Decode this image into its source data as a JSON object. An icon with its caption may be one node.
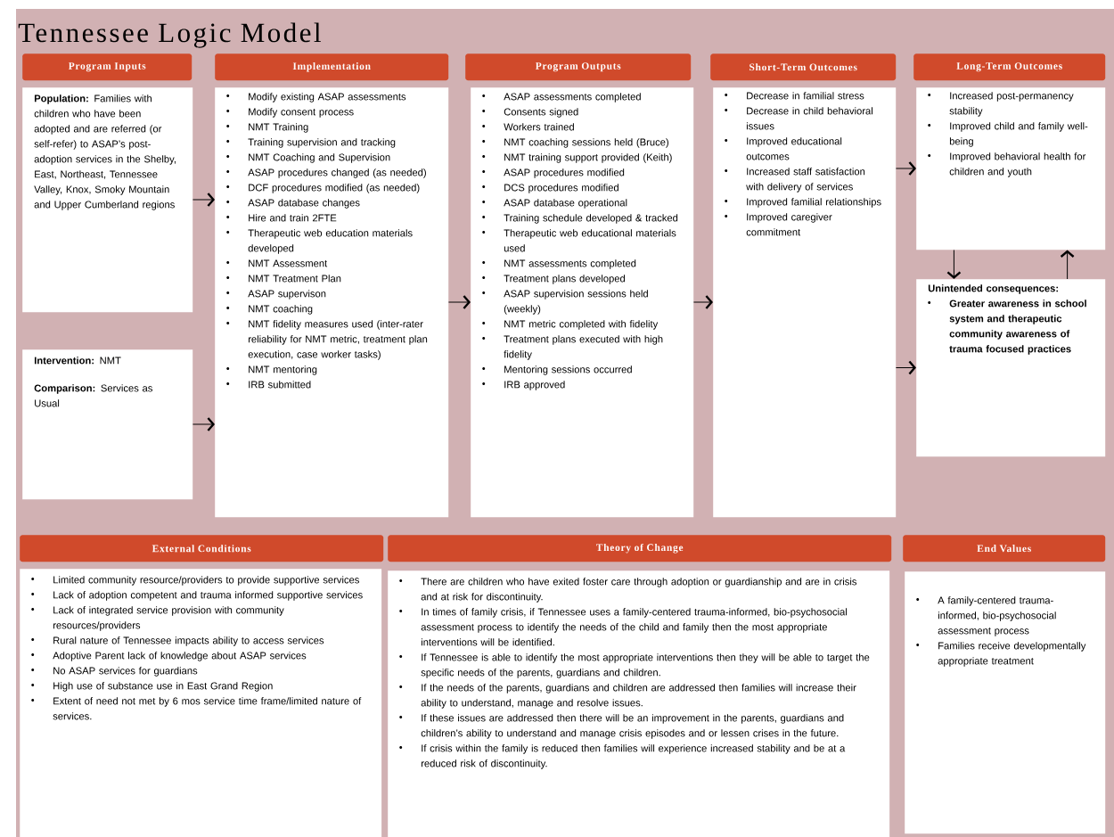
{
  "diagram": {
    "title": "Tennessee Logic Model",
    "nodes": [
      {
        "text": [
          "Program Inputs"
        ]
      },
      {
        "text": [
          "Implementation"
        ]
      },
      {
        "text": [
          "Program Outputs"
        ]
      },
      {
        "text": [
          "Short-Term Outcomes"
        ]
      },
      {
        "text": [
          "Long-Term Outcomes"
        ]
      },
      {
        "text": [
          "**Population:** Families with children who have been adopted and are referred (or self-refer) to ASAP’s post-adoption services in the Shelby, East, Northeast, Tennessee Valley, Knox, Smoky Mountain and Upper Cumberland regions"
        ]
      },
      {
        "text": [
          "**Intervention:** NMT",
          "**Comparison:** Services as Usual"
        ]
      },
      {
        "text": [
          "Modify existing ASAP assessments",
          "Modify consent process",
          "NMT Training",
          "Training supervision and tracking",
          "NMT Coaching and Supervision",
          "ASAP procedures changed (as needed)",
          "DCF procedures  modified (as needed)",
          "ASAP database changes",
          "Hire and train 2FTE",
          "Therapeutic web education materials developed",
          "NMT Assessment",
          "NMT Treatment Plan",
          "ASAP supervison",
          "NMT coaching",
          "NMT fidelity measures used (inter-rater reliability for NMT metric, treatment plan execution, case worker tasks)",
          "NMT mentoring",
          "IRB submitted"
        ]
      },
      {
        "text": [
          "ASAP assessments completed",
          "Consents signed",
          "Workers trained",
          "NMT coaching sessions held (Bruce)",
          "NMT training support provided (Keith)",
          "ASAP procedures modified",
          "DCS procedures modified",
          "ASAP database operational",
          "Training schedule developed & tracked",
          "Therapeutic web educational materials used",
          "NMT assessments completed",
          "Treatment plans developed",
          "ASAP supervision sessions held (weekly)",
          "NMT metric completed with fidelity",
          "Treatment plans executed with high fidelity",
          "Mentoring sessions occurred",
          "IRB approved"
        ]
      },
      {
        "text": [
          "Decrease in familial stress",
          "Decrease in child behavioral issues",
          "Improved educational outcomes",
          "Increased staff satisfaction with delivery of services",
          "Improved familial relationships",
          "Improved caregiver commitment"
        ]
      },
      {
        "text": [
          "Increased post-permanency stability",
          "Improved child and family well-being",
          "Improved behavioral health for children and youth"
        ]
      },
      {
        "text": [
          "Unintended consequences:",
          "Greater awareness in school system and therapeutic community awareness of trauma focused practices"
        ]
      },
      {
        "text": [
          "External Conditions"
        ]
      },
      {
        "text": [
          "Theory of Change"
        ]
      },
      {
        "text": [
          "End Values"
        ]
      },
      {
        "text": [
          "Limited community resource/providers to provide supportive services",
          "Lack of adoption competent and trauma informed supportive services",
          "Lack of integrated service provision with community resources/providers",
          "Rural nature of Tennessee impacts ability to access services",
          "Adoptive Parent lack of knowledge about ASAP services",
          "No ASAP services for guardians",
          "High use of substance use in East Grand Region",
          "Extent of need not met by 6 mos service time frame/limited nature of services."
        ]
      },
      {
        "text": [
          "There are children who have exited foster care through adoption or guardianship and are in crisis and at risk for discontinuity.",
          "In times of family crisis, if Tennessee uses a family-centered trauma-informed, bio-psychosocial assessment process to identify the needs of the child and family then the most appropriate interventions will be identified.",
          "If Tennessee is able to identify the most appropriate interventions then they will be able to target the specific needs of the parents, guardians and children.",
          "If the needs of the parents, guardians and children are addressed then families will increase their ability to understand, manage and resolve issues.",
          "If these issues are addressed then there will be an improvement in the parents, guardians and children’s ability to understand and manage crisis episodes and or lessen crises in the future.",
          "If crisis within the family is reduced then families will experience increased stability and be at a reduced risk of discontinuity."
        ]
      },
      {
        "text": [
          "A family-centered trauma-informed, bio-psychosocial assessment process",
          "Families receive developmentally appropriate treatment"
        ]
      }
    ],
    "edges": [
      {
        "from": 5,
        "to": 7,
        "arrow": "to"
      },
      {
        "from": 6,
        "to": 7,
        "arrow": "to"
      },
      {
        "from": 7,
        "to": 8,
        "arrow": "to"
      },
      {
        "from": 8,
        "to": 9,
        "arrow": "to"
      },
      {
        "from": 9,
        "to": 10,
        "arrow": "to"
      },
      {
        "from": 9,
        "to": 11,
        "arrow": "to"
      },
      {
        "from": 10,
        "to": 11,
        "arrow": "to"
      },
      {
        "from": 11,
        "to": 10,
        "arrow": "to"
      }
    ]
  }
}
